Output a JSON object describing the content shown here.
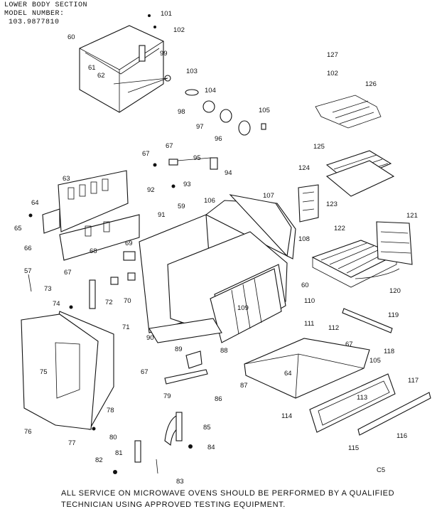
{
  "header": {
    "title": "LOWER BODY SECTION",
    "model_label": "MODEL NUMBER:",
    "model_number": "103.9877810"
  },
  "footer": {
    "line1": "ALL SERVICE ON MICROWAVE OVENS SHOULD BE PERFORMED BY A QUALIFIED",
    "line2": "TECHNICIAN USING APPROVED TESTING EQUIPMENT."
  },
  "page_code": "C5",
  "part_labels": {
    "p57": "57",
    "p59": "59",
    "p60": "60",
    "p61": "61",
    "p62": "62",
    "p63": "63",
    "p64": "64",
    "p65": "65",
    "p66": "66",
    "p67": "67",
    "p68": "68",
    "p69": "69",
    "p70": "70",
    "p71": "71",
    "p72": "72",
    "p73": "73",
    "p74": "74",
    "p75": "75",
    "p76": "76",
    "p77": "77",
    "p78": "78",
    "p79": "79",
    "p80": "80",
    "p81": "81",
    "p82": "82",
    "p83": "83",
    "p84": "84",
    "p85": "85",
    "p86": "86",
    "p87": "87",
    "p88": "88",
    "p89": "89",
    "p90": "90",
    "p91": "91",
    "p92": "92",
    "p93": "93",
    "p94": "94",
    "p95": "95",
    "p96": "96",
    "p97": "97",
    "p98": "98",
    "p99": "99",
    "p101": "101",
    "p102": "102",
    "p103": "103",
    "p104": "104",
    "p105": "105",
    "p106": "106",
    "p107": "107",
    "p108": "108",
    "p109": "109",
    "p110": "110",
    "p111": "111",
    "p112": "112",
    "p113": "113",
    "p114": "114",
    "p115": "115",
    "p116": "116",
    "p117": "117",
    "p118": "118",
    "p119": "119",
    "p120": "120",
    "p121": "121",
    "p122": "122",
    "p123": "123",
    "p124": "124",
    "p125": "125",
    "p126": "126",
    "p127": "127"
  }
}
